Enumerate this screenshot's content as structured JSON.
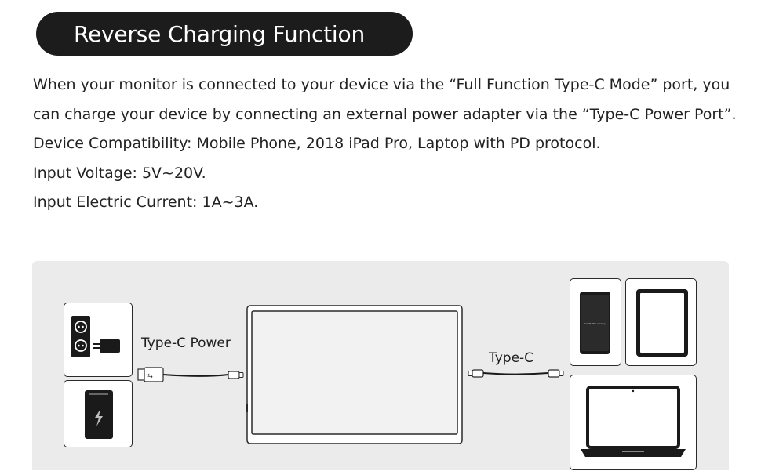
{
  "header": {
    "title": "Reverse Charging Function"
  },
  "description": {
    "paragraph": "When your monitor is connected to your device via the “Full Function Type-C Mode” port, you can charge your device by connecting an external power adapter via the “Type-C Power Port”.",
    "compatibility": "Device Compatibility: Mobile Phone, 2018 iPad Pro, Laptop with PD protocol.",
    "voltage": "Input Voltage: 5V~20V.",
    "current": "Input Electric Current: 1A~3A."
  },
  "diagram": {
    "power_label": "Type-C Power",
    "typec_label": "Type-C",
    "phone_screen_text": "SAMSUNG Galaxy"
  },
  "colors": {
    "banner": "#1c1c1c",
    "panel": "#ebebeb",
    "outline": "#2a2a2a"
  }
}
